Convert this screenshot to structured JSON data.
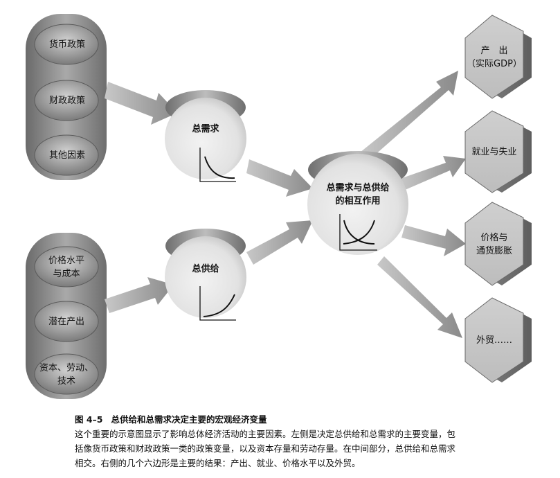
{
  "left_top": [
    "货币政策",
    "财政政策",
    "其他因素"
  ],
  "left_bottom": [
    "价格水平\n与成本",
    "潜在产出",
    "资本、劳动、\n技术"
  ],
  "aggregate_demand": "总需求",
  "aggregate_supply": "总供给",
  "interaction": "总需求与总供给\n的相互作用",
  "outcomes": [
    "产　出\n（实际GDP）",
    "就业与失业",
    "价格与\n通货膨胀",
    "外贸……"
  ],
  "caption": {
    "figure_number": "图 4–5",
    "title": "总供给和总需求决定主要的宏观经济变量",
    "lines": [
      "这个重要的示意图显示了影响总体经济活动的主要因素。左侧是决定总供给和总需求的主要变量，包",
      "括像货币政策和财政政策一类的政策变量，以及资本存量和劳动存量。在中间部分，总供给和总需求",
      "相交。右侧的几个六边形是主要的结果：产出、就业、价格水平以及外贸。"
    ]
  }
}
